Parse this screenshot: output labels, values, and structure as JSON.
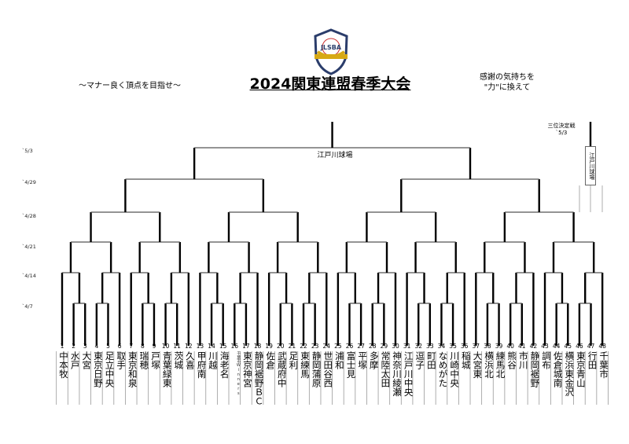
{
  "header": {
    "logo_text": "JLSBA",
    "title": "2024関東連盟春季大会",
    "slogan_left": "～マナー良く頂点を目指せ～",
    "slogan_right_line1": "感謝の気持ちを",
    "slogan_right_line2": "\"力\"に換えて"
  },
  "rounds": [
    {
      "date": "`5/3"
    },
    {
      "date": "`4/29"
    },
    {
      "date": "`4/28"
    },
    {
      "date": "`4/21"
    },
    {
      "date": "`4/14"
    },
    {
      "date": "`4/7"
    }
  ],
  "final_venue": "江戸川球場",
  "third_place": {
    "label": "三位決定戦",
    "date": "`5/3",
    "venue": "江戸川球場"
  },
  "teams": [
    {
      "no": "1",
      "name": "中本牧"
    },
    {
      "no": "2",
      "name": "水戸"
    },
    {
      "no": "3",
      "name": "大宮"
    },
    {
      "no": "4",
      "name": "東京日野"
    },
    {
      "no": "5",
      "name": "足立中央"
    },
    {
      "no": "6",
      "name": "取手"
    },
    {
      "no": "7",
      "name": "東京和泉"
    },
    {
      "no": "8",
      "name": "瑞穂"
    },
    {
      "no": "9",
      "name": "戸塚"
    },
    {
      "no": "10",
      "name": "青葉緑東"
    },
    {
      "no": "11",
      "name": "茨城"
    },
    {
      "no": "12",
      "name": "久喜"
    },
    {
      "no": "13",
      "name": "甲府南"
    },
    {
      "no": "14",
      "name": "川越"
    },
    {
      "no": "15",
      "name": "海老名"
    },
    {
      "no": "16",
      "name": "千葉市Winners"
    },
    {
      "no": "17",
      "name": "東京神宮"
    },
    {
      "no": "18",
      "name": "静岡裾野ＢＣ"
    },
    {
      "no": "19",
      "name": "佐倉"
    },
    {
      "no": "20",
      "name": "武蔵府中"
    },
    {
      "no": "21",
      "name": "足利"
    },
    {
      "no": "22",
      "name": "東練馬"
    },
    {
      "no": "23",
      "name": "静岡蒲原"
    },
    {
      "no": "24",
      "name": "世田谷西"
    },
    {
      "no": "25",
      "name": "浦和"
    },
    {
      "no": "26",
      "name": "富士見"
    },
    {
      "no": "27",
      "name": "平塚"
    },
    {
      "no": "28",
      "name": "多摩"
    },
    {
      "no": "29",
      "name": "常陸太田"
    },
    {
      "no": "30",
      "name": "神奈川綾瀬"
    },
    {
      "no": "31",
      "name": "江戸川中央"
    },
    {
      "no": "32",
      "name": "逗子"
    },
    {
      "no": "33",
      "name": "町田"
    },
    {
      "no": "34",
      "name": "なめがた"
    },
    {
      "no": "35",
      "name": "川崎中央"
    },
    {
      "no": "36",
      "name": "稲城"
    },
    {
      "no": "37",
      "name": "大宮東"
    },
    {
      "no": "38",
      "name": "横浜北"
    },
    {
      "no": "39",
      "name": "練馬北"
    },
    {
      "no": "40",
      "name": "熊谷"
    },
    {
      "no": "41",
      "name": "市川"
    },
    {
      "no": "42",
      "name": "静岡裾野"
    },
    {
      "no": "43",
      "name": "調布"
    },
    {
      "no": "44",
      "name": "佐倉城南"
    },
    {
      "no": "45",
      "name": "横浜東金沢"
    },
    {
      "no": "46",
      "name": "東京青山"
    },
    {
      "no": "47",
      "name": "行田"
    },
    {
      "no": "48",
      "name": "千葉市"
    }
  ]
}
